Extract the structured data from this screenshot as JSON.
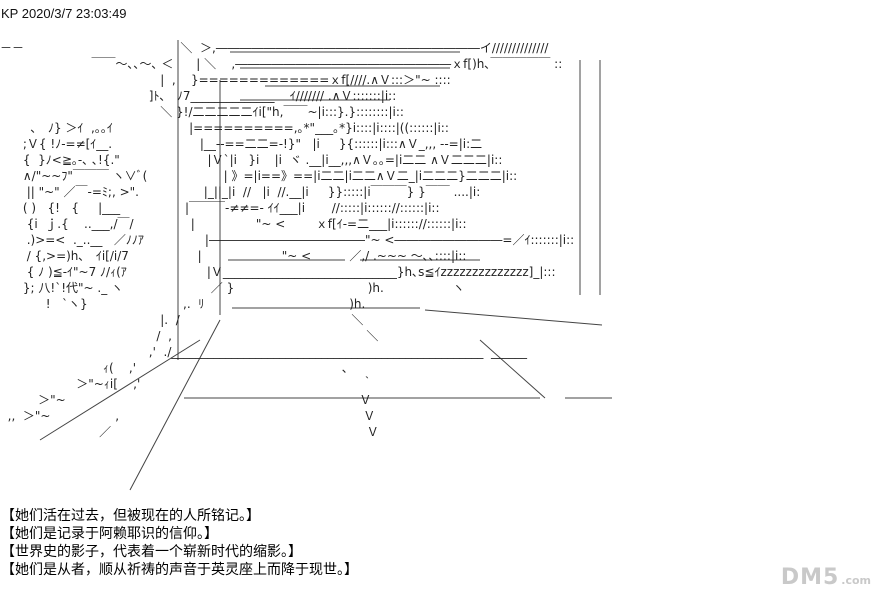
{
  "header": {
    "text": "KP 2020/3/7 23:03:49"
  },
  "art": {
    "lines": [
      "－－                                         ＼  ＞,――――――――――――――――――――――イ//////////////",
      "                        ￣￣～､､～､ ＜      | ＼    ,――――――――――――――――――ｘf[)h､￣￣￣￣￣ ::",
      "                                          |  ,    }=============ｘf[////.∧Ｖ:::＞\"~ ::::",
      "                                       ]ﾄ､   ﾉ7______________    ｲ/////// .∧Ｖ:::::::|i::",
      "                                          ＼ }!/二二二二二ｲi[\"h,￣￣~|i:::}.}::::::::|i::",
      "        ､   ﾉ} ＞ｲ  ,｡｡ｲ                    |==========,｡*\"___｡*}i::::|i::::|((::::::|i::",
      "      ;Ｖ{ !ﾉ-=≠[ｲ__.                       |__--==二二=-!}\"   |i     }{::::::|i:::∧Ｖ_,,, --=|i:二",
      "      {  }ﾉ<≧｡-､ ､!{.\"                       |Ｖ`|i   }i    |i  ヾ .__|i__,,,∧Ｖ｡｡=|i二二 ∧Ｖ二二二|i::",
      "      ∧/\"~~ﾌ\"￣￣￣ ヽ∨ﾞ(                    | 》=|i==》==|i二二|i二二∧Ｖ二_|i二二二}二二二|i::",
      "       || \"~\" ／￣-=ﾐ;, >\".                 |_||_|i  //   |i  //.__|i     }}:::::|i￣￣￣} }￣￣ ....|i:",
      "      ( )   {!   {     |___                 |￣￣￣-≠≠=- ｲｲ___|i       //:::::|i:::::://::::::|i::",
      "       {i  ｊ.{    ..___,/￣/               |                \"~ <        ｘf[ｲ-=二___|i:::::://::::::|i::",
      "       .)>=<  ._..__   ／ﾉﾉｱ                |―――――――――――――\"~ <―――――――――=／ｲ:::::::|i::",
      "       / {,>=)h､   ｲi[/i/7                  |                     \"~ <          ／,/ .~~~ ～､､::::|i::",
      "       { ﾉ )≦-ｲ\"~7 ﾉ/ｨ(ｱ                     |Ｖ_____________________________}h､s≦ｲzzzzzzzzzzzzzz]_|:::",
      "      }; 八!`!代\"~ ._ ヽ                       ／ }                                   )h.                  ヽ",
      "            !   `ヽ}                         ,.  ﾘ                                      )h.",
      "                                          |.  /                                             ＼",
      "                                         /  ,                                                   ＼",
      "                                       ,'  ./____________________________________________________  ______",
      "                           ｨ(    ,'                                                      ､",
      "                    ＞\"~ｨi[    ,'                                                          ｀",
      "          ＞\"~                                                                             Ｖ",
      "  ,,  ＞\"~                 ,                                                                Ｖ",
      "                          ／                                                                   Ｖ"
    ]
  },
  "caption": {
    "lines": [
      "【她们活在过去，但被现在的人所铭记。】",
      "【她们是记录于阿赖耶识的信仰。】",
      "【世界史的影子，代表着一个崭新时代的缩影。】",
      "【她们是从者，顺从祈祷的声音于英灵座上而降于现世。】"
    ]
  },
  "watermark": {
    "main": "DM5",
    "sub": ".com"
  }
}
